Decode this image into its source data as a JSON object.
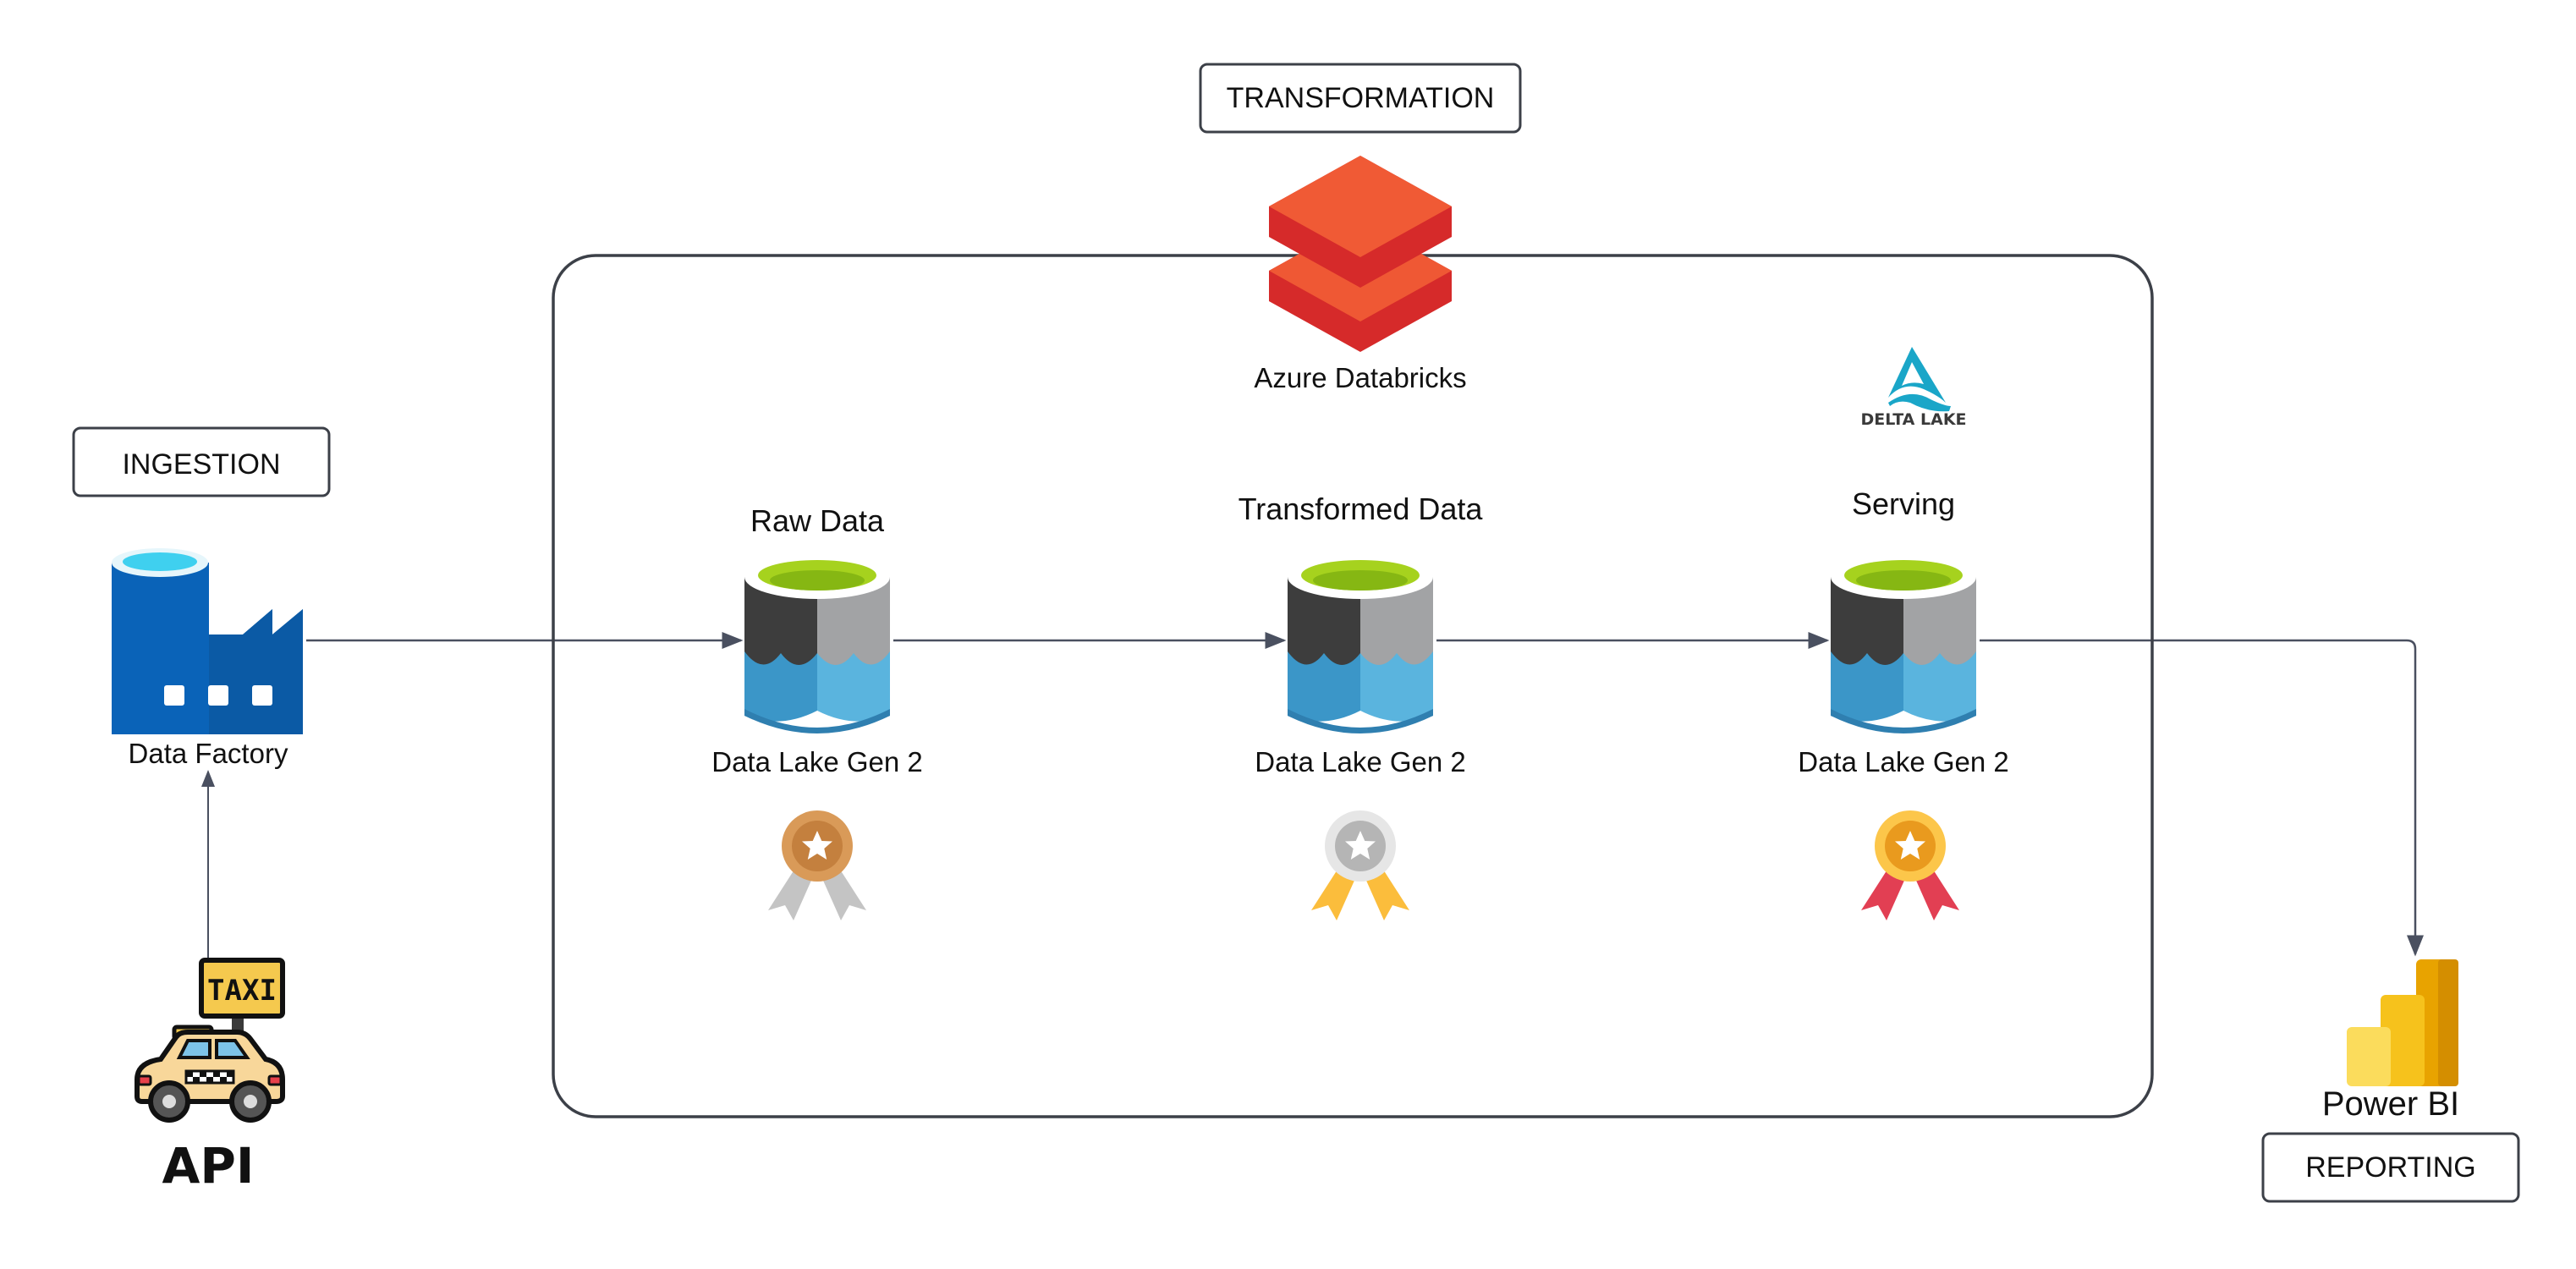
{
  "sections": {
    "ingestion": "INGESTION",
    "transformation": "TRANSFORMATION",
    "reporting": "REPORTING"
  },
  "nodes": {
    "data_factory": "Data Factory",
    "api": "API",
    "taxi_sign": "TAXI",
    "databricks": "Azure Databricks",
    "delta_lake": "DELTA LAKE",
    "power_bi": "Power BI"
  },
  "stages": [
    {
      "title": "Raw Data",
      "storage": "Data Lake Gen 2",
      "medal": "bronze-medal-icon"
    },
    {
      "title": "Transformed Data",
      "storage": "Data Lake Gen 2",
      "medal": "silver-medal-icon"
    },
    {
      "title": "Serving",
      "storage": "Data Lake Gen 2",
      "medal": "gold-medal-icon"
    }
  ],
  "colors": {
    "connector": "#4a5060",
    "frame": "#3c4048",
    "databricks_top": "#f05a35",
    "databricks_side": "#d42a2a",
    "datalake_top": "#9dcc1a",
    "datalake_water": "#4aa9d8",
    "adf_blue": "#0a6bc2",
    "powerbi_yellow": "#f2b800",
    "delta_teal": "#1aa6c8"
  }
}
